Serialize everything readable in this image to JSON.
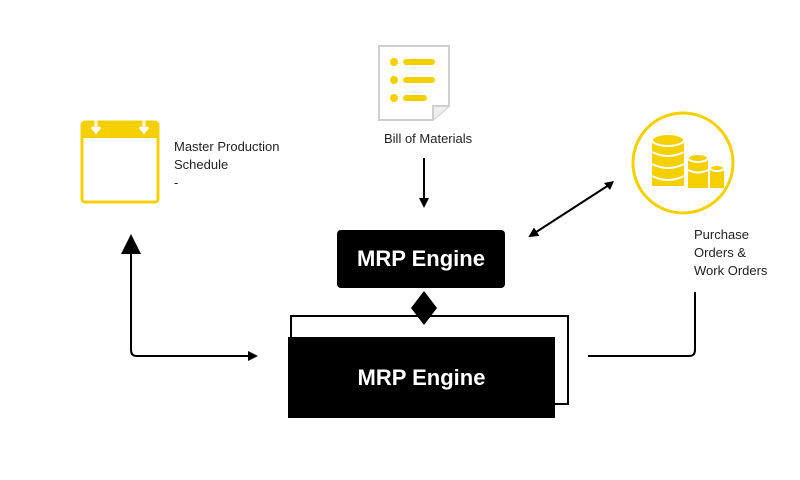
{
  "colors": {
    "accent": "#F5D000",
    "line": "#000000",
    "box": "#000000",
    "text": "#222222"
  },
  "nodes": {
    "schedule": {
      "icon": "calendar-icon",
      "label_line1": "Master Production",
      "label_line2": "Schedule",
      "label_line3": "-"
    },
    "bom": {
      "icon": "list-document-icon",
      "label": "Bill of Materials"
    },
    "orders": {
      "icon": "database-coins-icon",
      "label_line1": "Purchase",
      "label_line2": "Orders &",
      "label_line3": "Work Orders"
    },
    "engine_top": {
      "label": "MRP Engine"
    },
    "engine_main": {
      "label": "MRP Engine"
    }
  }
}
